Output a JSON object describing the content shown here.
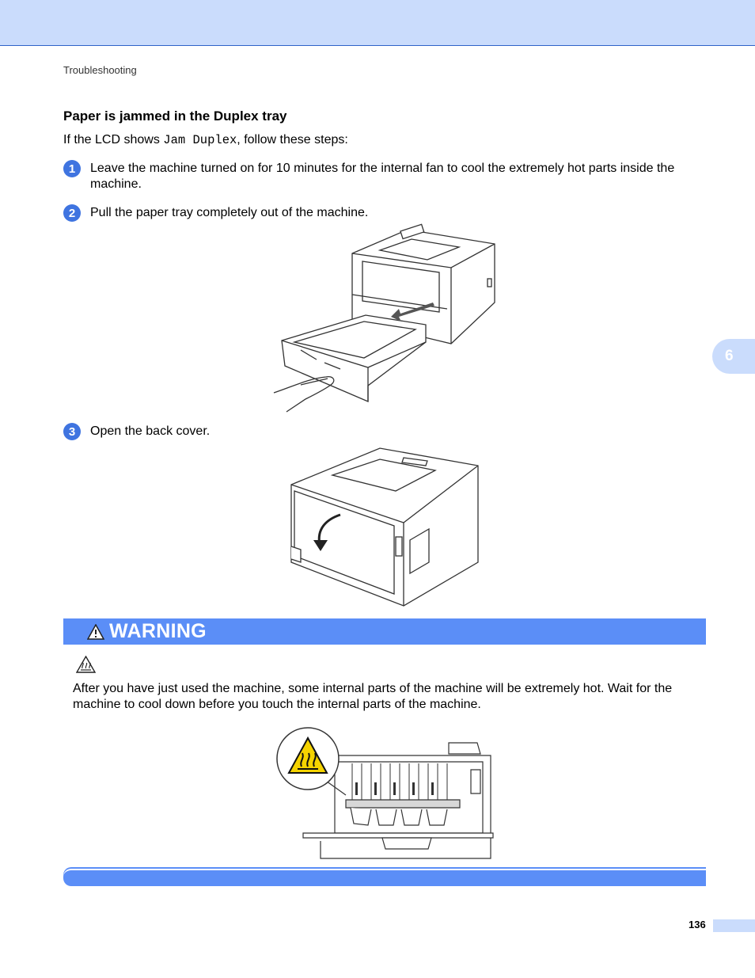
{
  "header": {
    "breadcrumb": "Troubleshooting"
  },
  "section": {
    "title": "Paper is jammed in the Duplex tray",
    "intro_before": "If the LCD shows ",
    "intro_code": "Jam Duplex",
    "intro_after": ", follow these steps:"
  },
  "steps": [
    {
      "number": "1",
      "text": "Leave the machine turned on for 10 minutes for the internal fan to cool the extremely hot parts inside the machine."
    },
    {
      "number": "2",
      "text": "Pull the paper tray completely out of the machine."
    },
    {
      "number": "3",
      "text": "Open the back cover."
    }
  ],
  "chapter_tab": "6",
  "warning": {
    "title": "WARNING",
    "text": "After you have just used the machine, some internal parts of the machine will be extremely hot. Wait for the machine to cool down before you touch the internal parts of the machine."
  },
  "footer": {
    "page_number": "136"
  },
  "colors": {
    "header_band": "#cadcfc",
    "accent_blue": "#5b8ef7",
    "step_circle": "#3f74e0",
    "hot_label": "#f5d300"
  },
  "icons": [
    "warning-triangle-icon",
    "hot-surface-icon",
    "pull-arrow-icon",
    "open-arrow-icon"
  ]
}
